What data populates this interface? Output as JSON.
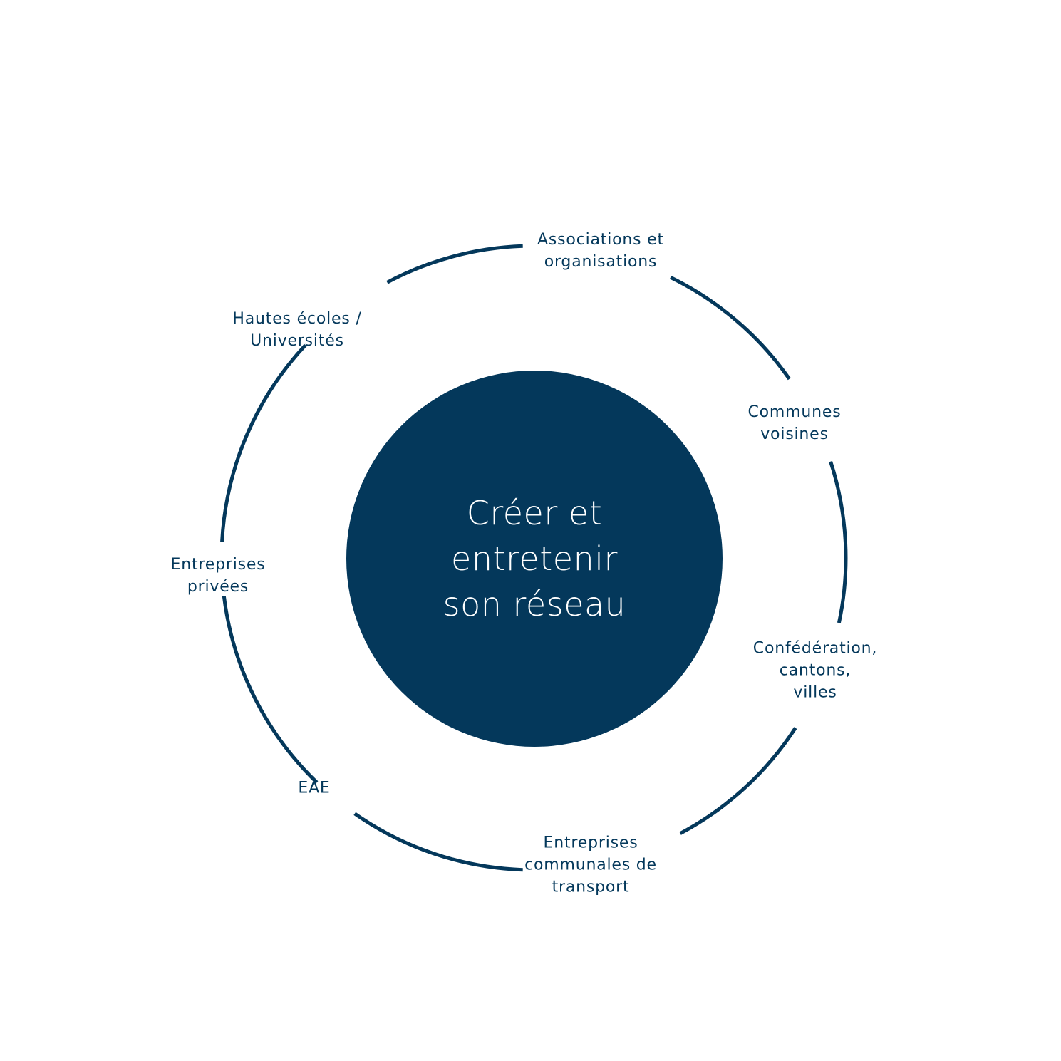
{
  "colors": {
    "primary": "#04385B",
    "background": "#FFFFFF"
  },
  "center": {
    "lines": [
      "Créer et",
      "entretenir",
      "son réseau"
    ]
  },
  "nodes": [
    {
      "id": "associations",
      "lines": [
        "Associations et",
        "organisations"
      ]
    },
    {
      "id": "communes",
      "lines": [
        "Communes",
        "voisines"
      ]
    },
    {
      "id": "confederation",
      "lines": [
        "Confédération,",
        "cantons,",
        "villes"
      ]
    },
    {
      "id": "entreprises-transport",
      "lines": [
        "Entreprises",
        "communales de",
        "transport"
      ]
    },
    {
      "id": "eae",
      "lines": [
        "EAE"
      ]
    },
    {
      "id": "entreprises-privees",
      "lines": [
        "Entreprises",
        "privées"
      ]
    },
    {
      "id": "hautes-ecoles",
      "lines": [
        "Hautes écoles /",
        "Universités"
      ]
    }
  ]
}
